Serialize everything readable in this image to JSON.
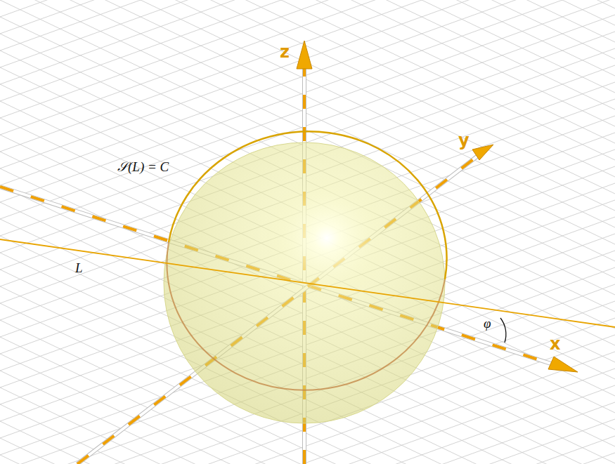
{
  "diagram": {
    "labels": [
      "z",
      "y",
      "x",
      "𝒮(L) = C",
      "L",
      "φ"
    ]
  }
}
